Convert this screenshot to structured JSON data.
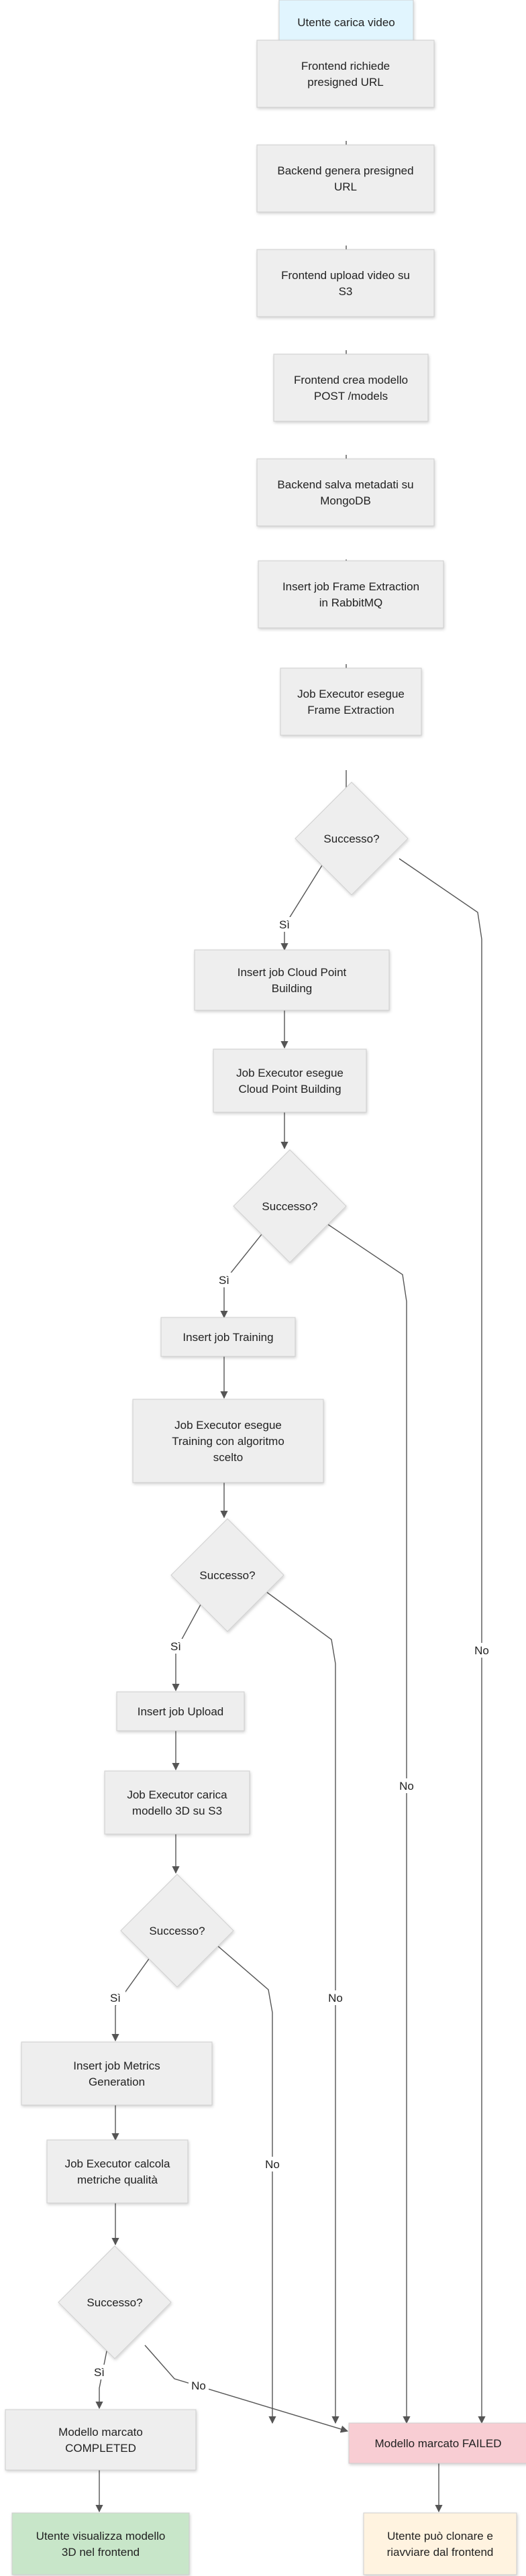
{
  "colors": {
    "process": "#eeeeee",
    "start": "#e1f5fe",
    "success": "#c8e6c9",
    "failed": "#f8cdd3",
    "retry": "#fff3e0",
    "edge": "#555555"
  },
  "nodes": {
    "upload": {
      "lines": [
        "Utente carica video"
      ]
    },
    "presign_req": {
      "lines": [
        "Frontend richiede",
        "presigned URL"
      ]
    },
    "presign_gen": {
      "lines": [
        "Backend genera presigned",
        "URL"
      ]
    },
    "upload_s3": {
      "lines": [
        "Frontend upload video su",
        "S3"
      ]
    },
    "create_model": {
      "lines": [
        "Frontend crea modello",
        "POST /models"
      ]
    },
    "save_meta": {
      "lines": [
        "Backend salva metadati su",
        "MongoDB"
      ]
    },
    "insert_frame": {
      "lines": [
        "Insert job Frame Extraction",
        "in RabbitMQ"
      ]
    },
    "exec_frame": {
      "lines": [
        "Job Executor esegue",
        "Frame Extraction"
      ]
    },
    "dec1": {
      "lines": [
        "Successo?"
      ]
    },
    "insert_cloud": {
      "lines": [
        "Insert job Cloud Point",
        "Building"
      ]
    },
    "exec_cloud": {
      "lines": [
        "Job Executor esegue",
        "Cloud Point Building"
      ]
    },
    "dec2": {
      "lines": [
        "Successo?"
      ]
    },
    "insert_train": {
      "lines": [
        "Insert job Training"
      ]
    },
    "exec_train": {
      "lines": [
        "Job Executor esegue",
        "Training con algoritmo",
        "scelto"
      ]
    },
    "dec3": {
      "lines": [
        "Successo?"
      ]
    },
    "insert_upload": {
      "lines": [
        "Insert job Upload"
      ]
    },
    "exec_upload": {
      "lines": [
        "Job Executor carica",
        "modello 3D su S3"
      ]
    },
    "dec4": {
      "lines": [
        "Successo?"
      ]
    },
    "insert_metrics": {
      "lines": [
        "Insert job Metrics",
        "Generation"
      ]
    },
    "exec_metrics": {
      "lines": [
        "Job Executor calcola",
        "metriche qualità"
      ]
    },
    "dec5": {
      "lines": [
        "Successo?"
      ]
    },
    "completed": {
      "lines": [
        "Modello marcato",
        "COMPLETED"
      ]
    },
    "failed": {
      "lines": [
        "Modello marcato FAILED"
      ]
    },
    "view": {
      "lines": [
        "Utente visualizza modello",
        "3D nel frontend"
      ]
    },
    "retry": {
      "lines": [
        "Utente può clonare e",
        "riavviare dal frontend"
      ]
    }
  },
  "edge_labels": {
    "yes": "Sì",
    "no": "No"
  }
}
